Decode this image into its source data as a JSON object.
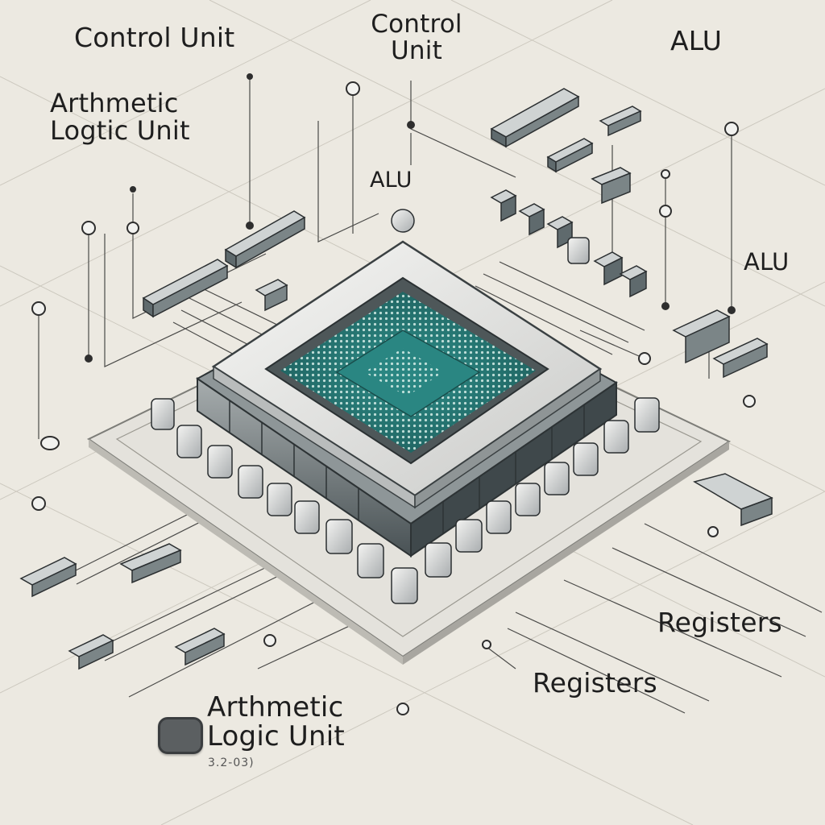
{
  "diagram": {
    "labels": {
      "control_unit_1": "Control Unit",
      "control_unit_2": "Control\nUnit",
      "alu_1": "ALU",
      "alu_2": "ALU",
      "alu_3": "ALU",
      "arith_logic_1": "Arthmetic\nLogtic Unit",
      "registers_1": "Registers",
      "registers_2": "Registers",
      "arith_logic_2": "Arthmetic\nLogic Unit",
      "caption": "3.2-03)"
    },
    "colors": {
      "background": "#ece9e1",
      "die": "#2c7f7c",
      "lid": "#e7e6e3",
      "chip_body": "#5f6a6d",
      "line": "#3a3a3a"
    }
  }
}
